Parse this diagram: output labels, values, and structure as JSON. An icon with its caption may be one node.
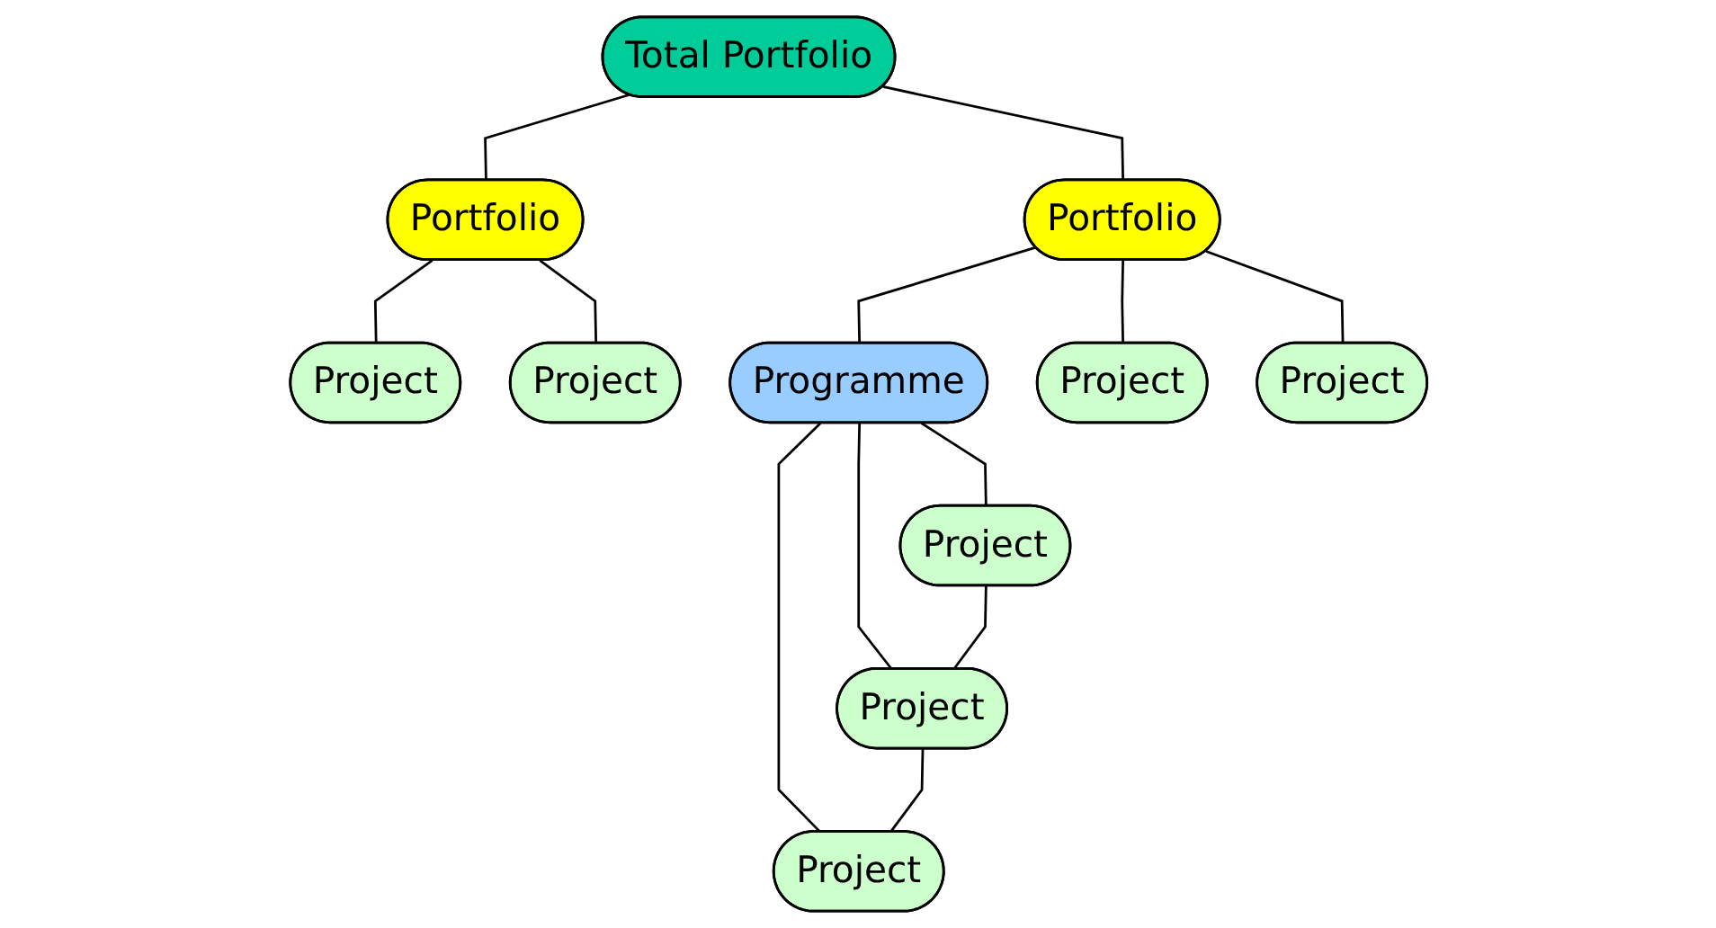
{
  "diagram": {
    "nodes": [
      {
        "text": [
          "Total Portfolio"
        ]
      },
      {
        "text": [
          "Portfolio"
        ]
      },
      {
        "text": [
          "Portfolio"
        ]
      },
      {
        "text": [
          "Project"
        ]
      },
      {
        "text": [
          "Project"
        ]
      },
      {
        "text": [
          "Programme"
        ]
      },
      {
        "text": [
          "Project"
        ]
      },
      {
        "text": [
          "Project"
        ]
      },
      {
        "text": [
          "Project"
        ]
      },
      {
        "text": [
          "Project"
        ]
      },
      {
        "text": [
          "Project"
        ]
      }
    ],
    "edges": [
      {
        "from": 0,
        "to": 1,
        "arrow": "none"
      },
      {
        "from": 0,
        "to": 2,
        "arrow": "none"
      },
      {
        "from": 1,
        "to": 3,
        "arrow": "none"
      },
      {
        "from": 1,
        "to": 4,
        "arrow": "none"
      },
      {
        "from": 2,
        "to": 5,
        "arrow": "none"
      },
      {
        "from": 2,
        "to": 6,
        "arrow": "none"
      },
      {
        "from": 2,
        "to": 7,
        "arrow": "none"
      },
      {
        "from": 5,
        "to": 8,
        "arrow": "none"
      },
      {
        "from": 5,
        "to": 9,
        "arrow": "none"
      },
      {
        "from": 5,
        "to": 10,
        "arrow": "none"
      },
      {
        "from": 8,
        "to": 9,
        "arrow": "none"
      },
      {
        "from": 9,
        "to": 10,
        "arrow": "none"
      }
    ]
  }
}
